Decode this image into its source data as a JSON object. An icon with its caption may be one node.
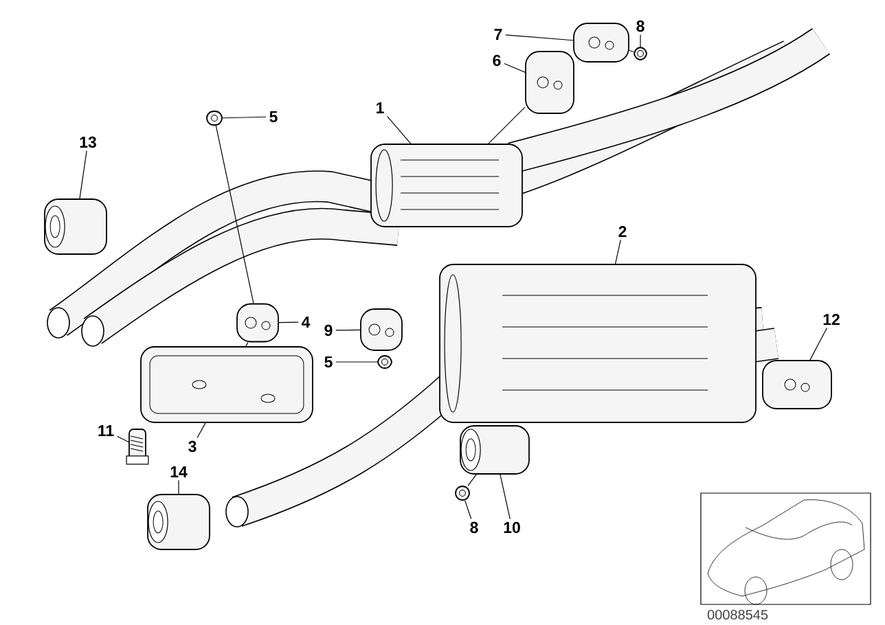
{
  "diagram": {
    "nodes": [
      {
        "text": [
          "7"
        ]
      },
      {
        "text": [
          "8"
        ]
      },
      {
        "text": [
          "6"
        ]
      },
      {
        "text": [
          "1"
        ]
      },
      {
        "text": [
          "13"
        ]
      },
      {
        "text": [
          "5"
        ]
      },
      {
        "text": [
          "2"
        ]
      },
      {
        "text": [
          "4"
        ]
      },
      {
        "text": [
          "12"
        ]
      },
      {
        "text": [
          "9"
        ]
      },
      {
        "text": [
          "5"
        ]
      },
      {
        "text": [
          "11"
        ]
      },
      {
        "text": [
          "3"
        ]
      },
      {
        "text": [
          "14"
        ]
      },
      {
        "text": [
          "8"
        ]
      },
      {
        "text": [
          "10"
        ]
      },
      {
        "text": [],
        "shape": "picture"
      },
      {
        "text": [],
        "shape": "picture"
      },
      {
        "text": [],
        "shape": "picture"
      },
      {
        "text": [],
        "shape": "picture"
      },
      {
        "text": [],
        "shape": "picture"
      },
      {
        "text": [],
        "shape": "picture"
      },
      {
        "text": [],
        "shape": "picture"
      },
      {
        "text": [],
        "shape": "picture"
      },
      {
        "text": [],
        "shape": "picture"
      },
      {
        "text": [],
        "shape": "picture"
      },
      {
        "text": [],
        "shape": "picture"
      },
      {
        "text": [],
        "shape": "picture"
      },
      {
        "text": [],
        "shape": "picture"
      },
      {
        "text": [],
        "shape": "picture"
      },
      {
        "text": [],
        "shape": "picture"
      },
      {
        "text": [],
        "shape": "picture"
      }
    ],
    "edges": [
      {
        "from": 0,
        "to": 16,
        "arrow": "none"
      },
      {
        "from": 1,
        "to": 17,
        "arrow": "none"
      },
      {
        "from": 2,
        "to": 18,
        "arrow": "none"
      },
      {
        "from": 3,
        "to": 19,
        "arrow": "none"
      },
      {
        "from": 4,
        "to": 20,
        "arrow": "none"
      },
      {
        "from": 5,
        "to": 21,
        "arrow": "none"
      },
      {
        "from": 6,
        "to": 22,
        "arrow": "none"
      },
      {
        "from": 7,
        "to": 23,
        "arrow": "none"
      },
      {
        "from": 8,
        "to": 24,
        "arrow": "none"
      },
      {
        "from": 9,
        "to": 25,
        "arrow": "none"
      },
      {
        "from": 10,
        "to": 26,
        "arrow": "none"
      },
      {
        "from": 11,
        "to": 27,
        "arrow": "none"
      },
      {
        "from": 12,
        "to": 28,
        "arrow": "none"
      },
      {
        "from": 13,
        "to": 29,
        "arrow": "none"
      },
      {
        "from": 14,
        "to": 30,
        "arrow": "none"
      },
      {
        "from": 15,
        "to": 31,
        "arrow": "none"
      },
      {
        "from": 21,
        "to": 23,
        "arrow": "none"
      },
      {
        "from": 23,
        "to": 28,
        "arrow": "none"
      },
      {
        "from": 17,
        "to": 16,
        "arrow": "none"
      },
      {
        "from": 18,
        "to": 19,
        "arrow": "none"
      },
      {
        "from": 30,
        "to": 31,
        "arrow": "none"
      }
    ],
    "labels": [
      "00088545"
    ]
  }
}
